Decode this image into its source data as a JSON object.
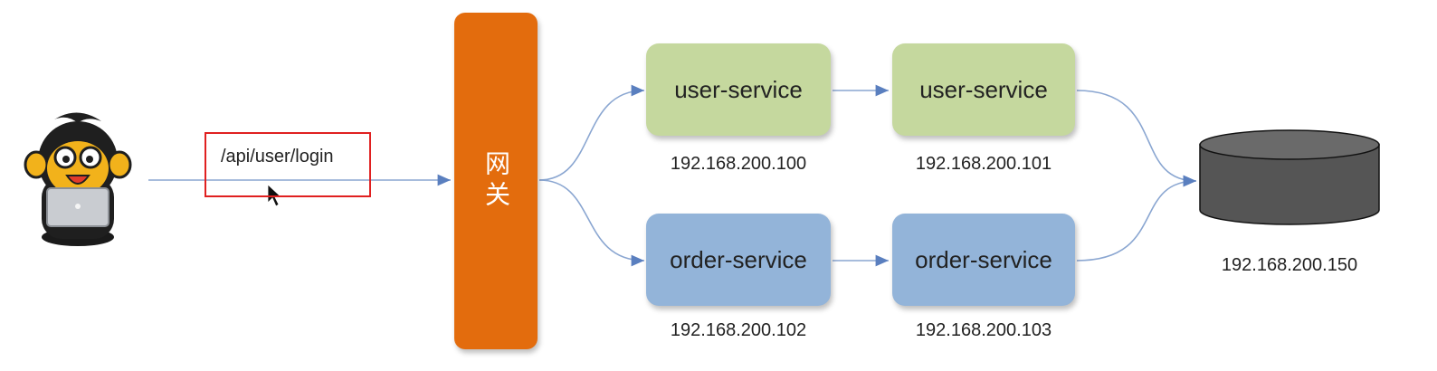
{
  "request_path": "/api/user/login",
  "gateway_label": "网关",
  "services": {
    "user_service_1": {
      "name": "user-service",
      "ip": "192.168.200.100"
    },
    "user_service_2": {
      "name": "user-service",
      "ip": "192.168.200.101"
    },
    "order_service_1": {
      "name": "order-service",
      "ip": "192.168.200.102"
    },
    "order_service_2": {
      "name": "order-service",
      "ip": "192.168.200.103"
    }
  },
  "database": {
    "ip": "192.168.200.150"
  },
  "colors": {
    "gateway": "#e36c0d",
    "user_service": "#c5d89e",
    "order_service": "#93b4d9",
    "connector": "#7f9cc9",
    "highlight_border": "#e02020",
    "database": "#555555"
  }
}
